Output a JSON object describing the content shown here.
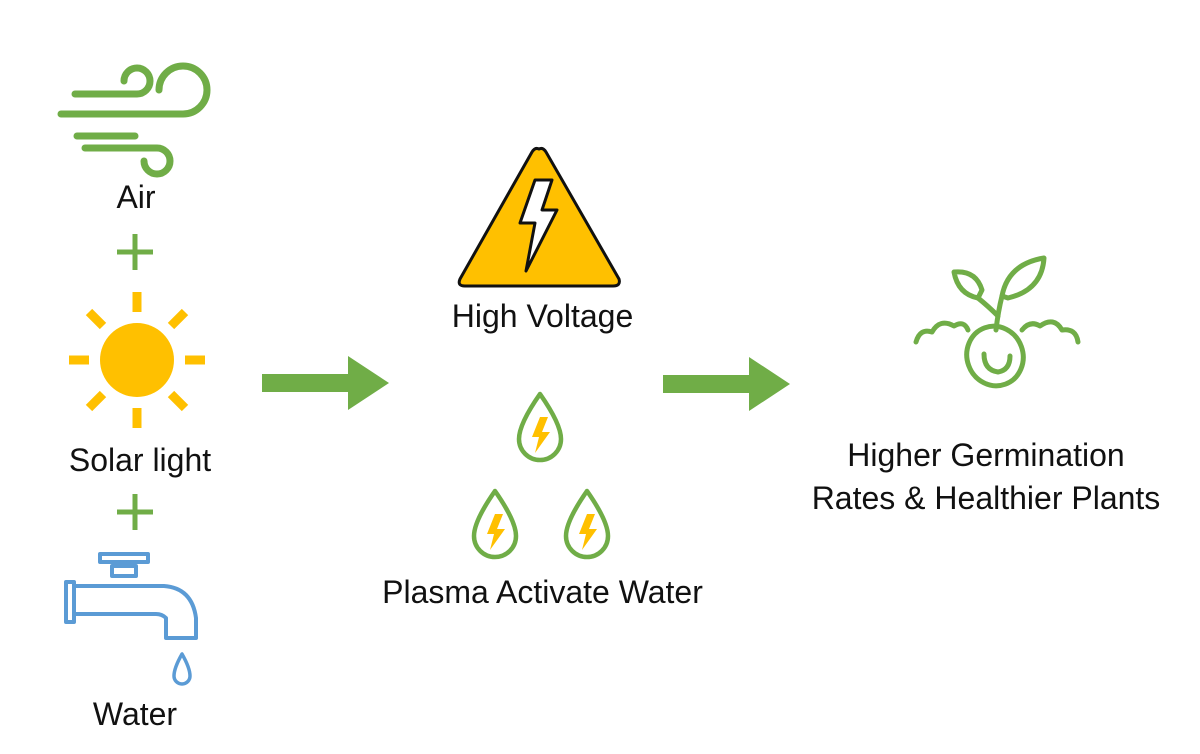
{
  "inputs": {
    "air_label": "Air",
    "solar_label": "Solar light",
    "water_label": "Water",
    "plus_symbol": "+"
  },
  "process": {
    "voltage_label": "High Voltage",
    "paw_label": "Plasma Activate Water"
  },
  "outcome": {
    "line1": "Higher Germination",
    "line2": "Rates & Healthier Plants"
  },
  "icons": {
    "air": "wind-icon",
    "solar": "sun-icon",
    "water": "faucet-icon",
    "voltage": "high-voltage-warning-icon",
    "paw": "charged-water-drop-icon",
    "outcome": "sprouting-seed-icon",
    "flow": "right-arrow-icon"
  },
  "colors": {
    "green": "#70AD47",
    "yellow": "#FFC000",
    "blue": "#5B9BD5",
    "text": "#111111"
  }
}
